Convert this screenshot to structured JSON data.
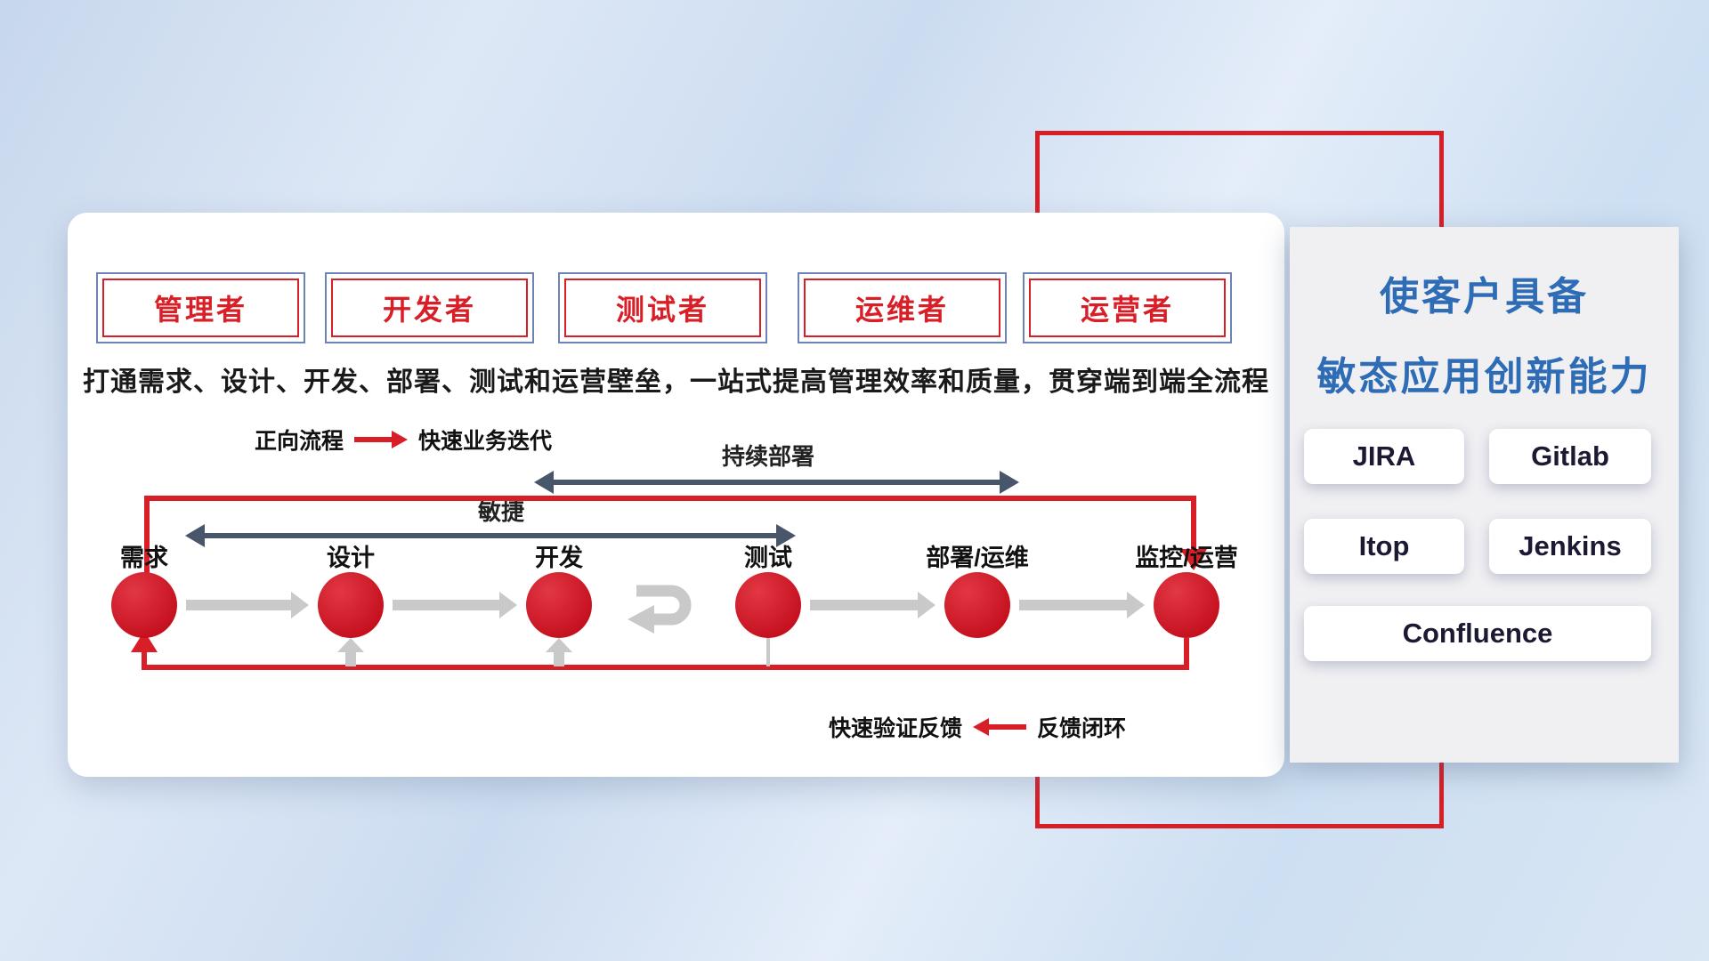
{
  "roles": [
    "管理者",
    "开发者",
    "测试者",
    "运维者",
    "运营者"
  ],
  "description": "打通需求、设计、开发、部署、测试和运营壁垒，一站式提高管理效率和质量，贯穿端到端全流程",
  "forward_legend": {
    "label": "正向流程",
    "value": "快速业务迭代"
  },
  "span_arrows": {
    "continuous_deployment": "持续部署",
    "agile": "敏捷"
  },
  "flow": {
    "steps": [
      "需求",
      "设计",
      "开发",
      "测试",
      "部署/运维",
      "监控/运营"
    ]
  },
  "feedback_legend": {
    "label": "快速验证反馈",
    "value": "反馈闭环"
  },
  "right_panel": {
    "title_line1": "使客户具备",
    "title_line2": "敏态应用创新能力",
    "tools": [
      "JIRA",
      "Gitlab",
      "Itop",
      "Jenkins",
      "Confluence"
    ]
  },
  "colors": {
    "red": "#d81e26",
    "dark_arrow": "#47566a",
    "light_arrow": "#c9c9c9",
    "blue_title": "#2e6db6",
    "box_border_blue": "#6c82b8"
  }
}
